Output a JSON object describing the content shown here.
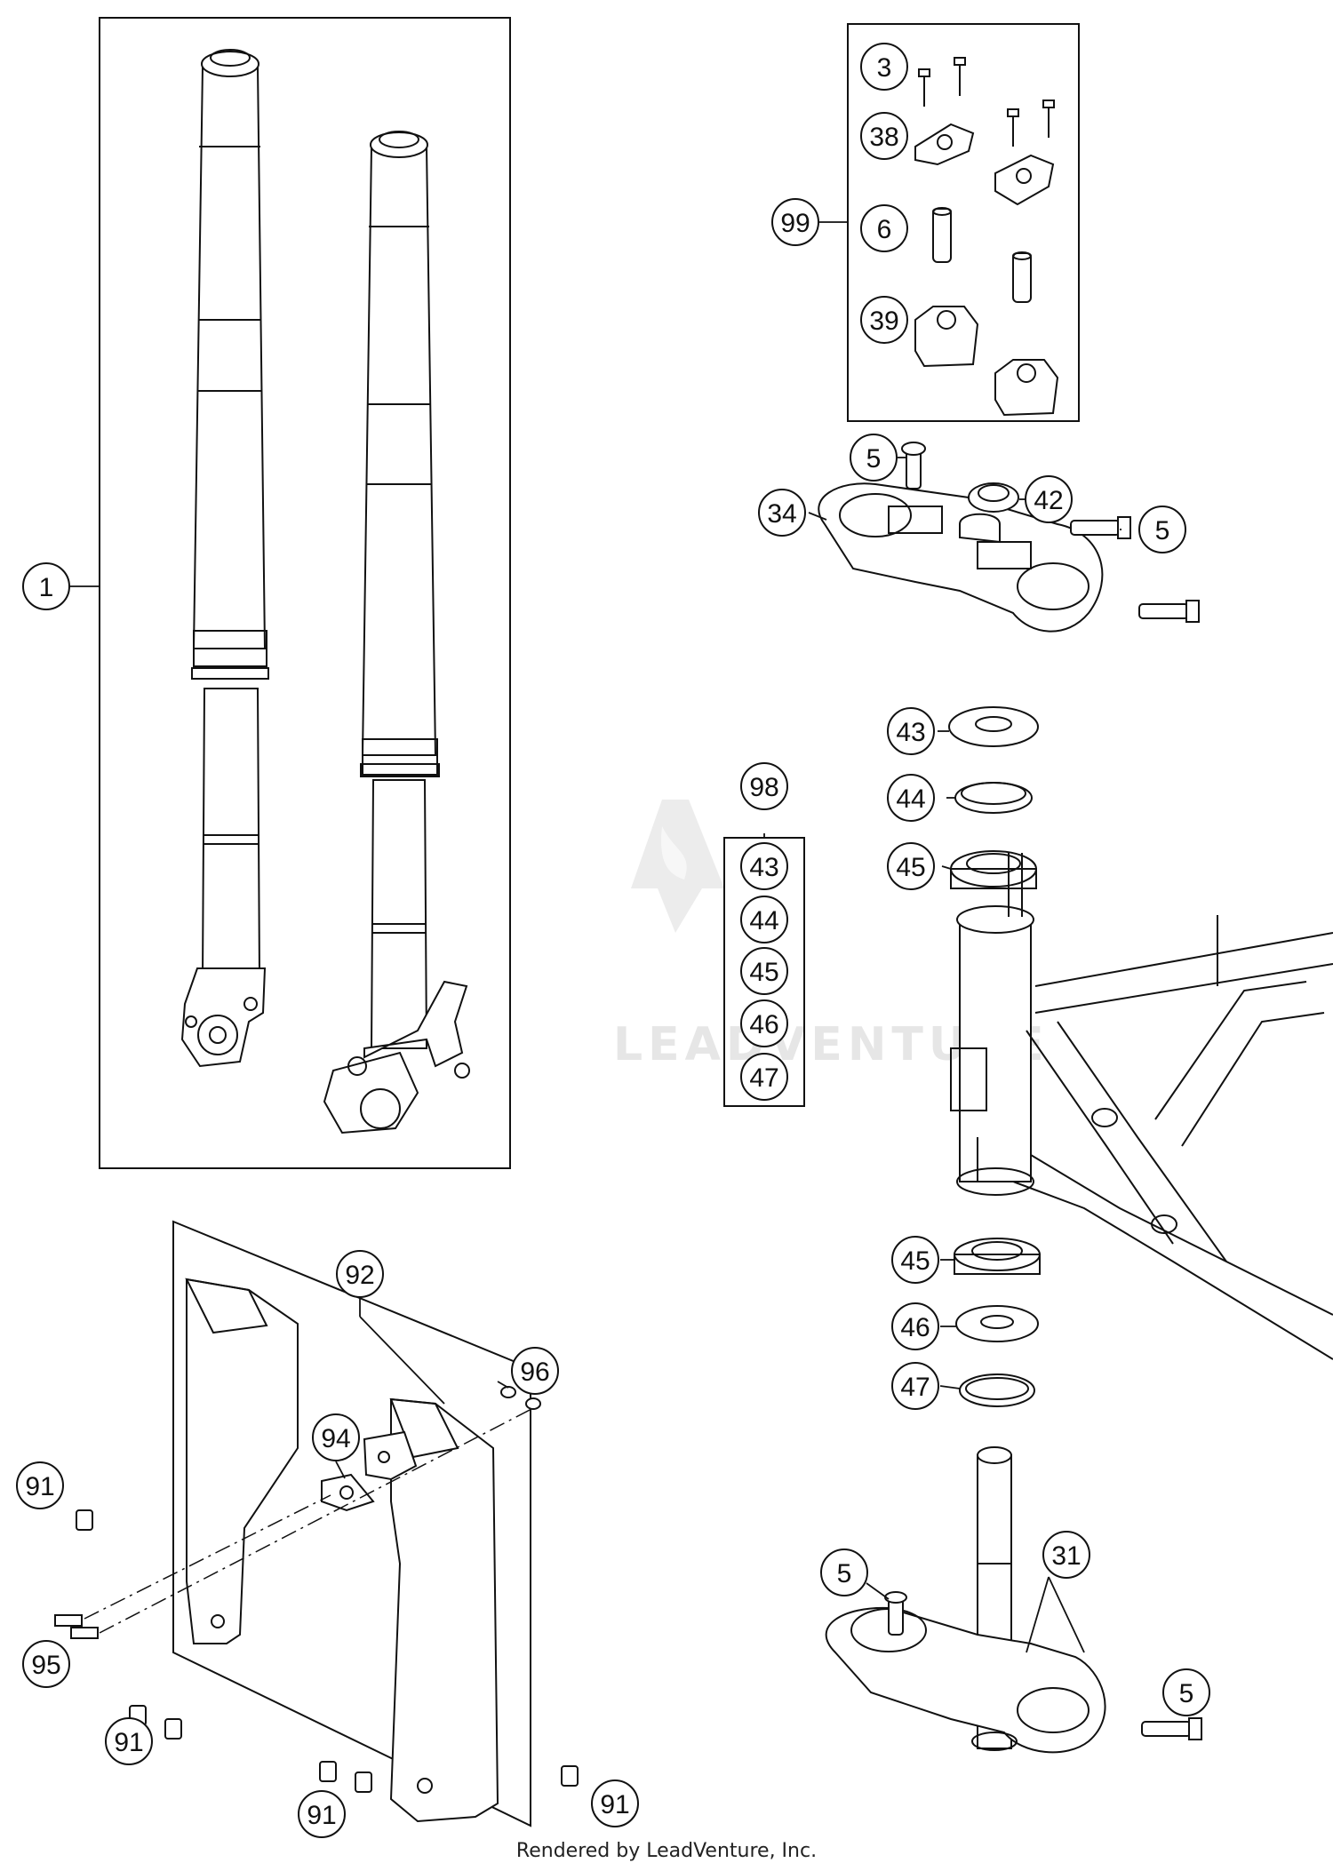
{
  "callouts": {
    "c1": "1",
    "c3": "3",
    "c38": "38",
    "c99": "99",
    "c6": "6",
    "c39": "39",
    "c5a": "5",
    "c42": "42",
    "c34": "34",
    "c5b": "5",
    "c43a": "43",
    "c44a": "44",
    "c45a": "45",
    "c98": "98",
    "k43": "43",
    "k44": "44",
    "k45": "45",
    "k46": "46",
    "k47": "47",
    "c45b": "45",
    "c46b": "46",
    "c47b": "47",
    "c92": "92",
    "c96": "96",
    "c94": "94",
    "c91a": "91",
    "c95": "95",
    "c91b": "91",
    "c91c": "91",
    "c91d": "91",
    "c5c": "5",
    "c31": "31",
    "c5d": "5"
  },
  "watermark": "LEADVENTURE",
  "footer": "Rendered by LeadVenture, Inc."
}
